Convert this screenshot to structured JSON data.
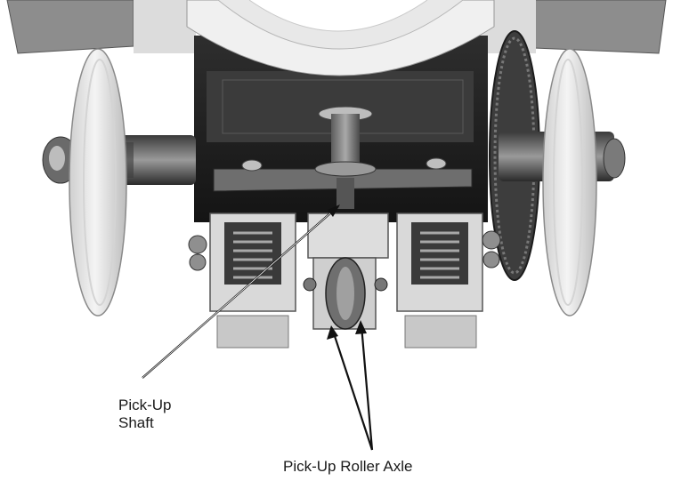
{
  "figure": {
    "labels": {
      "shaft_line1": "Pick-Up",
      "shaft_line2": "Shaft",
      "axle": "Pick-Up Roller Axle"
    }
  }
}
